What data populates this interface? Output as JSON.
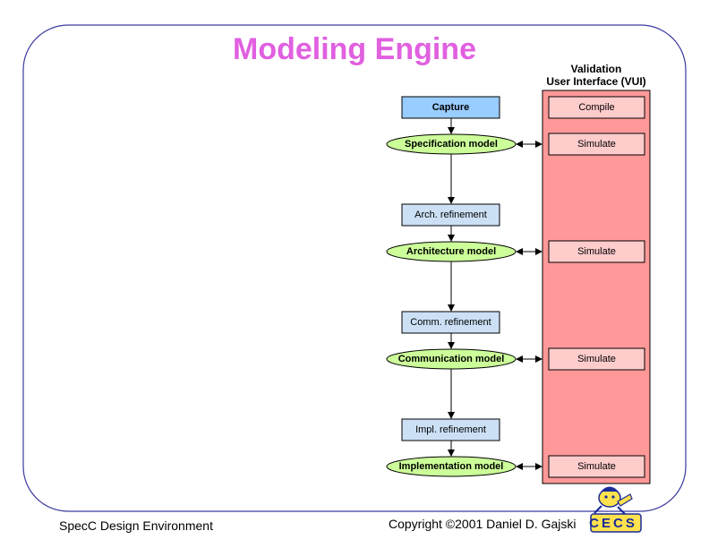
{
  "slide": {
    "title": "Modeling Engine",
    "vui_title_line1": "Validation",
    "vui_title_line2": "User Interface (VUI)"
  },
  "flow": {
    "capture": "Capture",
    "spec_model": "Specification model",
    "arch_refinement": "Arch. refinement",
    "arch_model": "Architecture model",
    "comm_refinement": "Comm. refinement",
    "comm_model": "Communication model",
    "impl_refinement": "Impl. refinement",
    "impl_model": "Implementation model"
  },
  "vui": {
    "compile": "Compile",
    "simulate_1": "Simulate",
    "simulate_2": "Simulate",
    "simulate_3": "Simulate",
    "simulate_4": "Simulate"
  },
  "footer": {
    "left": "SpecC Design Environment",
    "right": "Copyright ©2001 Daniel D. Gajski",
    "logo": "CECS"
  },
  "colors": {
    "title": "#e060e0",
    "capture_fill": "#99ccff",
    "refinement_fill": "#cce0f5",
    "model_fill": "#ccff99",
    "vui_panel": "#ff9999",
    "vui_button": "#ffcccc",
    "frame": "#3a3aa0",
    "logo": "#1a2a9a"
  }
}
